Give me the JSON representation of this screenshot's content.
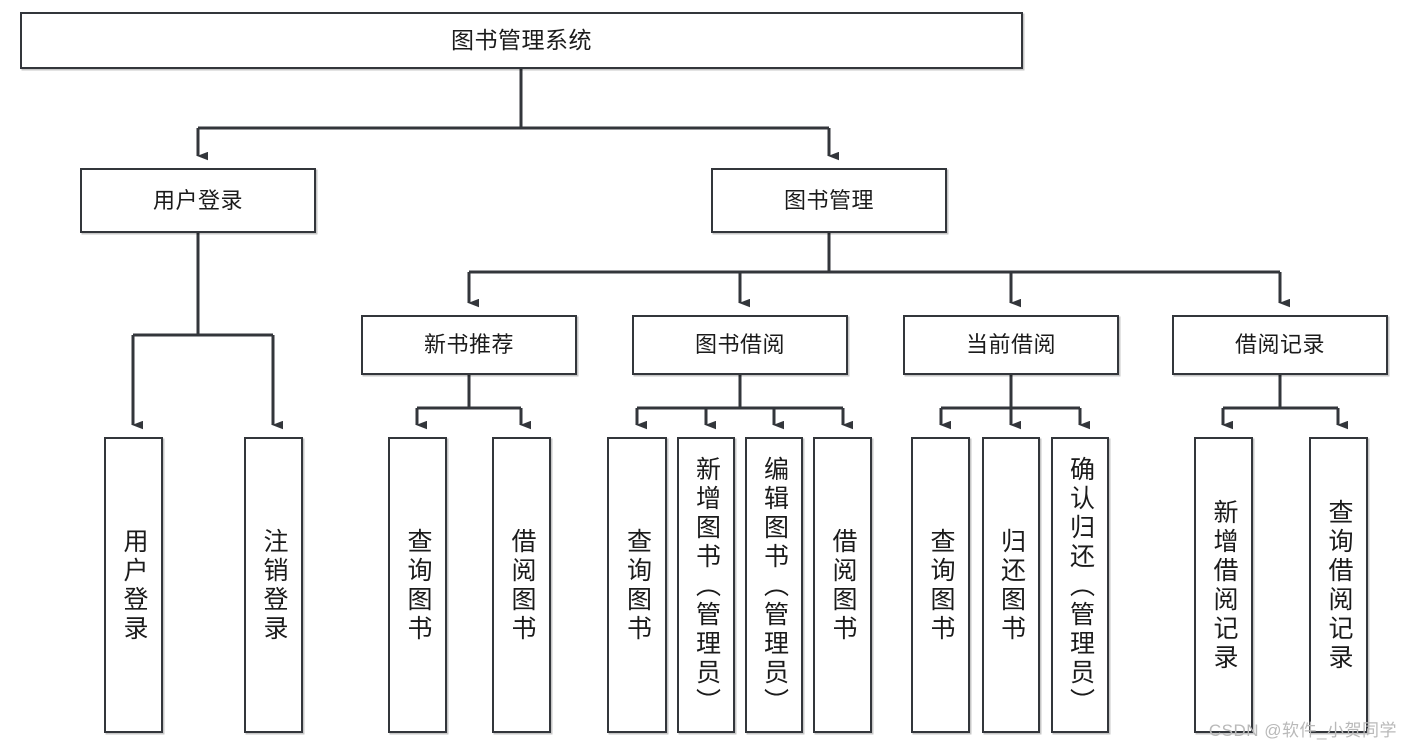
{
  "diagram": {
    "title": "图书管理系统",
    "watermark": "CSDN @软件_小贺同学",
    "colors": {
      "stroke": "#33363b",
      "box_fill": "#ffffff",
      "text": "#1b1b1b",
      "watermark": "#b9b9b9",
      "background": "#ffffff"
    },
    "type": "tree-hierarchy",
    "levels": 4
  },
  "nodes": {
    "root": {
      "label": "图书管理系统"
    },
    "level2": [
      {
        "id": "user-login",
        "label": "用户登录"
      },
      {
        "id": "book-management",
        "label": "图书管理"
      }
    ],
    "level3": [
      {
        "id": "new-book-recommend",
        "label": "新书推荐"
      },
      {
        "id": "book-borrow",
        "label": "图书借阅"
      },
      {
        "id": "current-borrow",
        "label": "当前借阅"
      },
      {
        "id": "borrow-record",
        "label": "借阅记录"
      }
    ],
    "leaves": {
      "user_login": [
        {
          "id": "leaf-user-login",
          "label": "用户登录"
        },
        {
          "id": "leaf-logout-login",
          "label": "注销登录"
        }
      ],
      "new_book_recommend": [
        {
          "id": "leaf-query-book-1",
          "label": "查询图书"
        },
        {
          "id": "leaf-borrow-book-1",
          "label": "借阅图书"
        }
      ],
      "book_borrow": [
        {
          "id": "leaf-query-book-2",
          "label": "查询图书"
        },
        {
          "id": "leaf-add-book",
          "label": "新增图书（管理员）"
        },
        {
          "id": "leaf-edit-book",
          "label": "编辑图书（管理员）"
        },
        {
          "id": "leaf-borrow-book-2",
          "label": "借阅图书"
        }
      ],
      "current_borrow": [
        {
          "id": "leaf-query-book-3",
          "label": "查询图书"
        },
        {
          "id": "leaf-return-book",
          "label": "归还图书"
        },
        {
          "id": "leaf-confirm-return",
          "label": "确认归还（管理员）"
        }
      ],
      "borrow_record": [
        {
          "id": "leaf-add-record",
          "label": "新增借阅记录"
        },
        {
          "id": "leaf-query-record",
          "label": "查询借阅记录"
        }
      ]
    }
  },
  "edges": [
    {
      "from": "图书管理系统",
      "to": "用户登录"
    },
    {
      "from": "图书管理系统",
      "to": "图书管理"
    },
    {
      "from": "用户登录",
      "to": "用户登录"
    },
    {
      "from": "用户登录",
      "to": "注销登录"
    },
    {
      "from": "图书管理",
      "to": "新书推荐"
    },
    {
      "from": "图书管理",
      "to": "图书借阅"
    },
    {
      "from": "图书管理",
      "to": "当前借阅"
    },
    {
      "from": "图书管理",
      "to": "借阅记录"
    },
    {
      "from": "新书推荐",
      "to": "查询图书"
    },
    {
      "from": "新书推荐",
      "to": "借阅图书"
    },
    {
      "from": "图书借阅",
      "to": "查询图书"
    },
    {
      "from": "图书借阅",
      "to": "新增图书（管理员）"
    },
    {
      "from": "图书借阅",
      "to": "编辑图书（管理员）"
    },
    {
      "from": "图书借阅",
      "to": "借阅图书"
    },
    {
      "from": "当前借阅",
      "to": "查询图书"
    },
    {
      "from": "当前借阅",
      "to": "归还图书"
    },
    {
      "from": "当前借阅",
      "to": "确认归还（管理员）"
    },
    {
      "from": "借阅记录",
      "to": "新增借阅记录"
    },
    {
      "from": "借阅记录",
      "to": "查询借阅记录"
    }
  ]
}
